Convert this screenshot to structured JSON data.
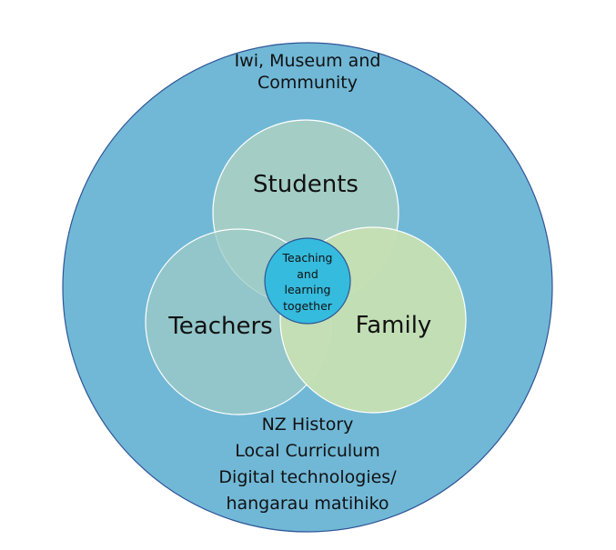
{
  "outer": {
    "label_lines": [
      "Iwi, Museum and",
      "Community"
    ],
    "bottom_lines": [
      "NZ History",
      "Local Curriculum",
      "Digital technologies/",
      "hangarau matihiko"
    ]
  },
  "circles": {
    "students": "Students",
    "teachers": "Teachers",
    "family": "Family"
  },
  "center": {
    "lines": [
      "Teaching",
      "and",
      "learning",
      "together"
    ]
  },
  "colors": {
    "outer": "#71b8d7",
    "outer_border": "#2f5597",
    "students": "#9ecbc5",
    "teachers": "#9ecbc5",
    "family": "#c5dfb4",
    "center": "#35bbdd"
  }
}
